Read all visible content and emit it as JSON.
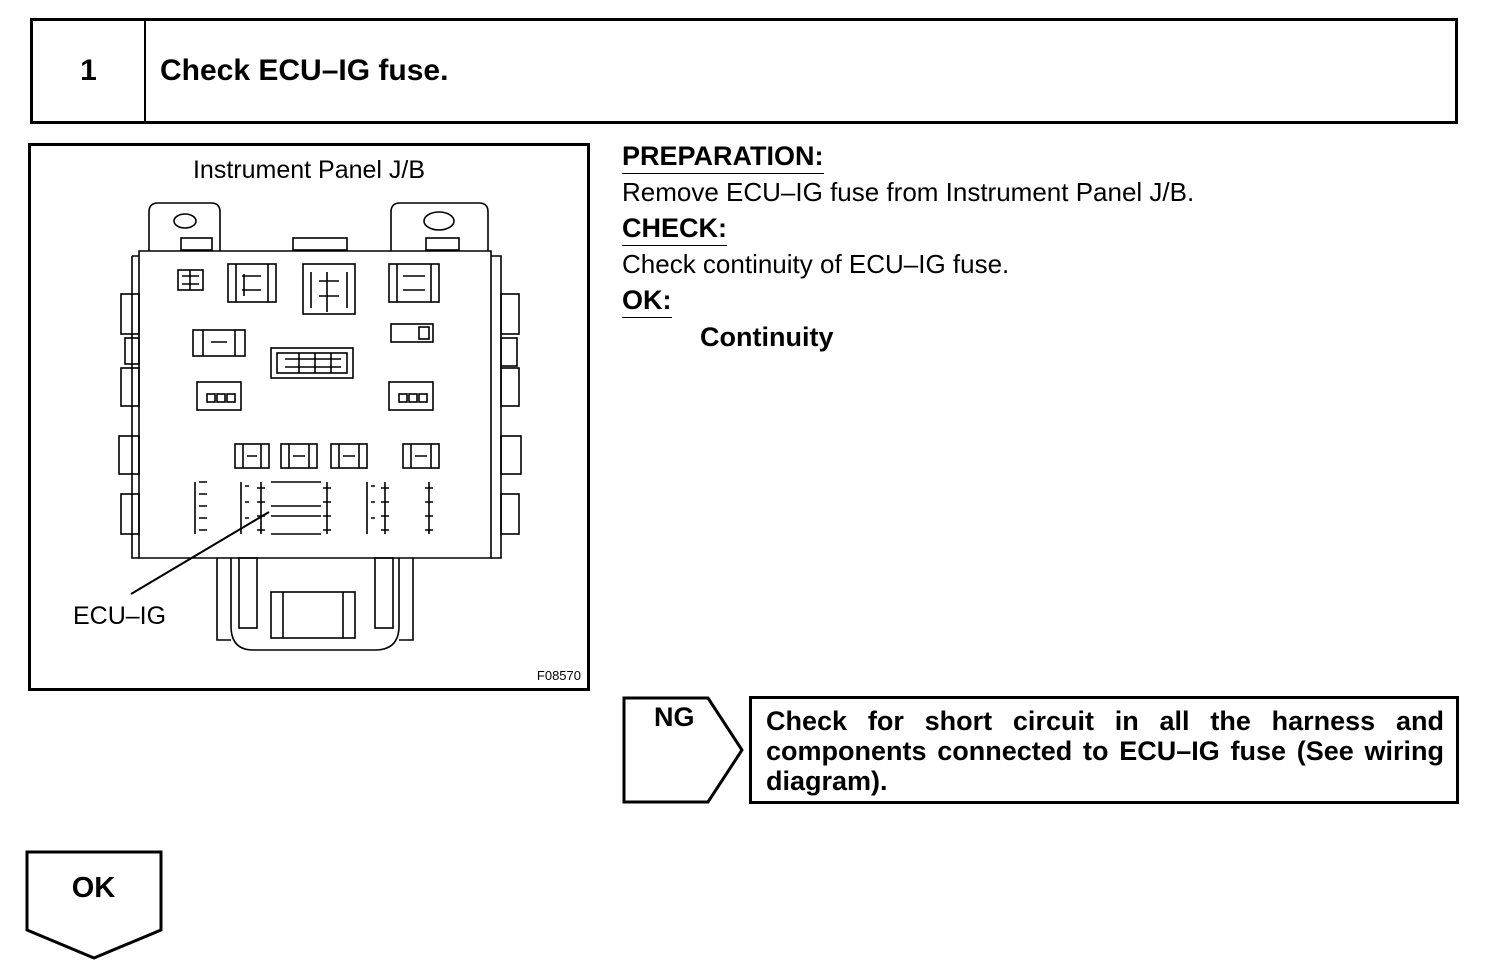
{
  "step": {
    "number": "1",
    "title": "Check ECU–IG fuse."
  },
  "figure": {
    "title": "Instrument Panel J/B",
    "callout": "ECU–IG",
    "code": "F08570"
  },
  "instructions": {
    "preparation_heading": "PREPARATION:",
    "preparation_text": "Remove ECU–IG fuse from Instrument Panel J/B.",
    "check_heading": "CHECK:",
    "check_text": "Check continuity of ECU–IG fuse.",
    "ok_heading": "OK:",
    "ok_text": "Continuity"
  },
  "ng_branch": {
    "label": "NG",
    "text": "Check for short circuit in all the harness and components connected to ECU–IG fuse (See wiring diagram)."
  },
  "ok_branch": {
    "label": "OK"
  }
}
